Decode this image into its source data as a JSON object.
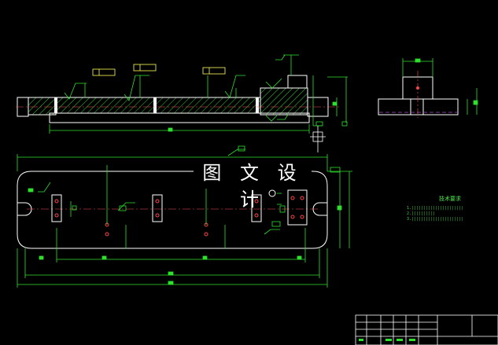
{
  "watermark": {
    "text": "图 文 设 计"
  },
  "tech_notes": {
    "title": "技术要求",
    "lines": [
      "1.||||||||||||||||||||||",
      "2.||||||||||",
      "3.||||||||||||||||||||||"
    ]
  },
  "colors": {
    "background": "#000000",
    "outline": "#ffffff",
    "dimension": "#2fe02f",
    "hatch": "#39c83a",
    "center_line": "#ff5050",
    "hidden_line": "#b04bd8",
    "symbol_box": "#ffff55",
    "hole_marker": "#ff4444"
  },
  "icons": {
    "roughness_symbols": "roughness-symbol-icon",
    "tolerance_frames": "tolerance-frame-icon",
    "mounting_holes": "hole-icon"
  }
}
